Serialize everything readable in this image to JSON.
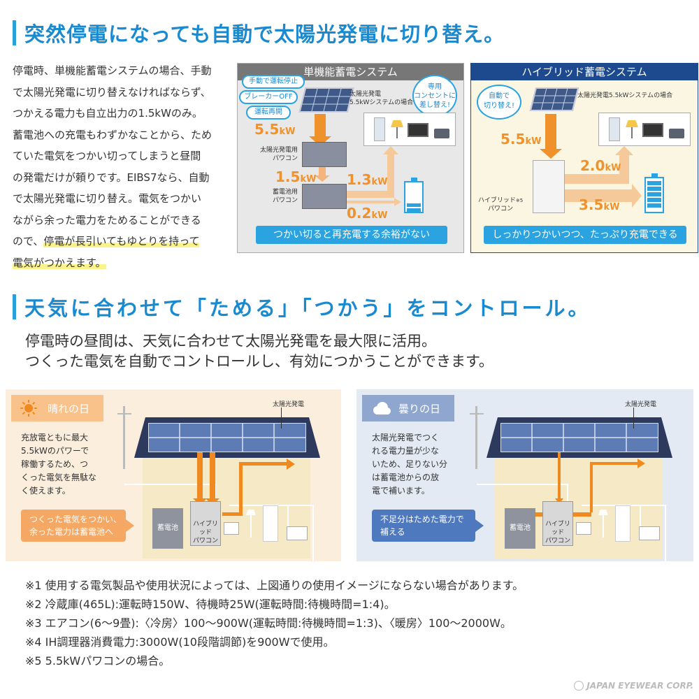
{
  "section1": {
    "heading": "突然停電になっても自動で太陽光発電に切り替え。",
    "body_lines": [
      "停電時、単機能蓄電システムの場合、手動",
      "で太陽光発電に切り替えなければならず、",
      "つかえる電力も自立出力の1.5kWのみ。",
      "蓄電池への充電もわずかなことから、ため",
      "ていた電気をつかい切ってしまうと昼間",
      "の発電だけが頼りです。EIBS7なら、自動",
      "で太陽光発電に切り替え。電気をつかい",
      "ながら余った電力をためることができる",
      "ので、"
    ],
    "body_highlight_1": "停電が長引いてもゆとりを持って",
    "body_highlight_2": "電気がつかえます。",
    "panel_single": {
      "title": "単機能蓄電システム",
      "bubble_1": "手動で運転停止",
      "bubble_2": "ブレーカーOFF",
      "bubble_3": "運転再開",
      "bubble_right_1": "専用",
      "bubble_right_2": "コンセントに",
      "bubble_right_3": "差し替え!",
      "solar_label_1": "太陽光発電",
      "solar_label_2": "5.5kWシステムの場合",
      "pcs_solar_1": "太陽光発電用",
      "pcs_solar_2": "パワコン",
      "pcs_battery_1": "蓄電池用",
      "pcs_battery_2": "パワコン",
      "kw_1": "5.5",
      "kw_2": "1.5",
      "kw_3": "1.3",
      "kw_4": "0.2",
      "unit": "kW",
      "footer": "つかい切ると再充電する余裕がない"
    },
    "panel_hybrid": {
      "title": "ハイブリッド蓄電システム",
      "bubble_1": "自動で",
      "bubble_2": "切り替え!",
      "solar_label": "太陽光発電5.5kWシステムの場合",
      "pcs_1": "ハイブリッド",
      "pcs_note": "※5",
      "pcs_2": "パワコン",
      "kw_1": "5.5",
      "kw_2": "2.0",
      "kw_3": "3.5",
      "unit": "kW",
      "footer": "しっかりつかいつつ、たっぷり充電できる"
    }
  },
  "section2": {
    "heading": "天気に合わせて「ためる」「つかう」をコントロール。",
    "lead_1": "停電時の昼間は、天気に合わせて太陽光発電を最大限に活用。",
    "lead_2": "つくった電気を自動でコントロールし、有効につかうことができます。",
    "sunny": {
      "label": "晴れの日",
      "solar_label": "太陽光発電",
      "desc": [
        "充放電ともに最大",
        "5.5kWのパワーで",
        "稼働するため、つ",
        "くった電気を無駄な",
        "く使えます。"
      ],
      "callout": [
        "つくった電気をつかい、",
        "余った電力は蓄電池へ"
      ],
      "battery": "蓄電池",
      "pcs_1": "ハイブリッド",
      "pcs_2": "パワコン"
    },
    "cloudy": {
      "label": "曇りの日",
      "solar_label": "太陽光発電",
      "desc": [
        "太陽光発電でつく",
        "れる電力量が少な",
        "いため、足りない分",
        "は蓄電池からの放",
        "電で補います。"
      ],
      "callout": [
        "不足分はためた電力で",
        "補える"
      ],
      "battery": "蓄電池",
      "pcs_1": "ハイブリッド",
      "pcs_2": "パワコン"
    }
  },
  "notes": [
    "※1 使用する電気製品や使用状況によっては、上図通りの使用イメージにならない場合があります。",
    "※2 冷蔵庫(465L):運転時150W、待機時25W(運転時間:待機時間=1:4)。",
    "※3 エアコン(6〜9畳):〈冷房〉100〜900W(運転時間:待機時間=1:3)、〈暖房〉100〜2000W。",
    "※4 IH調理器消費電力:3000W(10段階調節)を900Wで使用。",
    "※5 5.5kWパワコンの場合。"
  ],
  "brand": "JAPAN EYEWEAR CORP.",
  "colors": {
    "accent_blue": "#1a8ad0",
    "orange": "#f0922c",
    "navy": "#1d4a8f",
    "sunny_bg": "#fbeedc",
    "cloudy_bg": "#e4eaf4"
  }
}
